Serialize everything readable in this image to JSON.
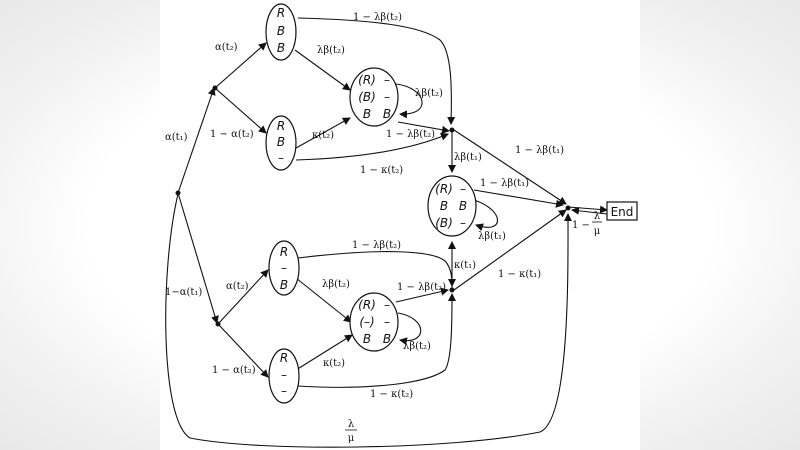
{
  "states": {
    "rbb": {
      "lines": [
        "R",
        "B",
        "B"
      ]
    },
    "rb_": {
      "lines": [
        "R",
        "B",
        "–"
      ]
    },
    "mid1": {
      "left": [
        "(R)",
        "(B)",
        "B"
      ],
      "right": [
        "–",
        "–",
        "B"
      ]
    },
    "mid2": {
      "left": [
        "(R)",
        "B",
        "(B)"
      ],
      "right": [
        "–",
        "B",
        "–"
      ]
    },
    "r_b": {
      "lines": [
        "R",
        "–",
        "B"
      ]
    },
    "r__": {
      "lines": [
        "R",
        "–",
        "–"
      ]
    },
    "mid3": {
      "left": [
        "(R)",
        "(–)",
        "B"
      ],
      "right": [
        "–",
        "–",
        "B"
      ]
    },
    "end": {
      "label": "End"
    }
  },
  "edge_labels": {
    "alpha_t1": "α(t₁)",
    "one_minus_alpha_t1": "1−α(t₁)",
    "alpha_t2_top": "α(t₂)",
    "one_minus_alpha_t2_top": "1 − α(t₂)",
    "alpha_t2_bot": "α(t₂)",
    "one_minus_alpha_t2_bot": "1 − α(t₂)",
    "lb2_rbb_long": "1 − λβ(t₂)",
    "lb2_rbb_mid1": "λβ(t₂)",
    "kappa_rb_mid1": "κ(t₂)",
    "mid1_self": "λβ(t₂)",
    "mid1_out": "1 − λβ(t₂)",
    "rb_long": "1 − κ(t₂)",
    "lb1_to_mid2": "λβ(t₁)",
    "top_to_end": "1 − λβ(t₁)",
    "mid2_to_end": "1 − λβ(t₁)",
    "mid2_self": "λβ(t₁)",
    "kappa_t1": "κ(t₁)",
    "bot_to_end": "1 − κ(t₁)",
    "rb_b_long": "1 − λβ(t₂)",
    "lb2_r_b_mid3": "λβ(t₂)",
    "mid3_out": "1 − λβ(t₂)",
    "mid3_self": "λβ(t₂)",
    "kappa_r__mid3": "κ(t₂)",
    "r___long": "1 − κ(t₂)",
    "start_to_end": {
      "num": "λ",
      "den": "μ"
    },
    "end_self": {
      "prefix": "1 −",
      "num": "λ",
      "den": "μ"
    }
  }
}
